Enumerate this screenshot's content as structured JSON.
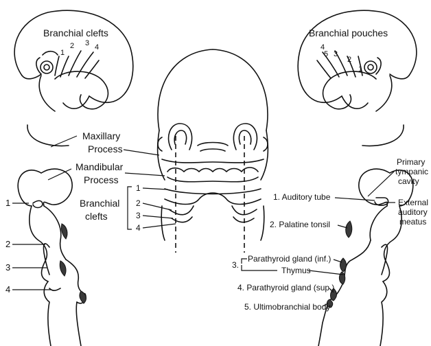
{
  "titles": {
    "left": "Branchial clefts",
    "right": "Branchial pouches"
  },
  "left_embryo_numbers": [
    "1",
    "2",
    "3",
    "4"
  ],
  "right_embryo_numbers": [
    "4",
    "5",
    "3",
    "2",
    "1"
  ],
  "center_labels": {
    "maxillary_line1": "Maxillary",
    "maxillary_line2": "Process",
    "mandibular_line1": "Mandibular",
    "mandibular_line2": "Process",
    "clefts_line1": "Branchial",
    "clefts_line2": "clefts",
    "numbers": [
      "1",
      "2",
      "3",
      "4"
    ]
  },
  "left_section_numbers": [
    "1",
    "2",
    "3",
    "4"
  ],
  "right_labels": {
    "primary_tympanic_1": "Primary",
    "primary_tympanic_2": "tympanic",
    "primary_tympanic_3": "cavity",
    "external_1": "External",
    "external_2": "auditory",
    "external_3": "meatus",
    "auditory_tube": "1. Auditory tube",
    "palatine_tonsil": "2. Palatine tonsil",
    "three": "3.",
    "parathyroid_inf": "Parathyroid gland (inf.)",
    "thymus": "Thymus",
    "parathyroid_sup": "4. Parathyroid gland (sup.)",
    "ultimobranchial": "5. Ultimobranchial body"
  }
}
